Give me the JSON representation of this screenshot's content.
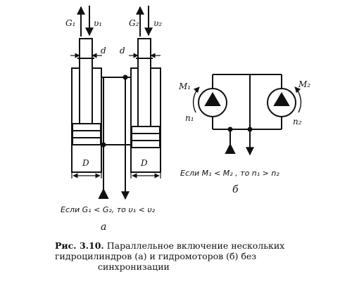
{
  "figure_a": {
    "label_g1": "G₁",
    "label_v1": "υ₁",
    "label_g2": "G₂",
    "label_v2": "υ₂",
    "label_d_left": "d",
    "label_d_right": "d",
    "label_D_left": "D",
    "label_D_right": "D",
    "condition": "Если G₁ < G₂, то υ₁ < υ₂",
    "sublabel": "а"
  },
  "figure_b": {
    "label_m1": "M₁",
    "label_n1": "n₁",
    "label_m2": "M₂",
    "label_n2": "n₂",
    "condition": "Если M₁ < M₂ , то n₁ > n₂",
    "sublabel": "б"
  },
  "caption": {
    "fig_number": "Рис. 3.10.",
    "line1": "Параллельное включение нескольких",
    "line2": "гидроцилиндров (а) и гидромоторов (б) без",
    "line3": "синхронизации"
  }
}
